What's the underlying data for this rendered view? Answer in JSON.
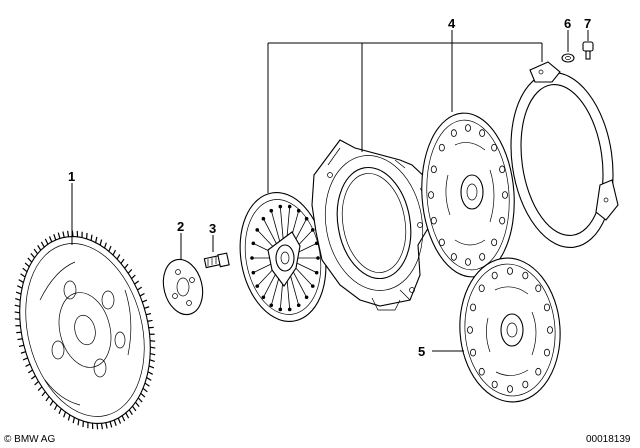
{
  "diagram": {
    "callouts": [
      {
        "id": "1",
        "label": "1"
      },
      {
        "id": "2",
        "label": "2"
      },
      {
        "id": "3",
        "label": "3"
      },
      {
        "id": "4",
        "label": "4"
      },
      {
        "id": "5",
        "label": "5"
      },
      {
        "id": "6",
        "label": "6"
      },
      {
        "id": "7",
        "label": "7"
      }
    ],
    "copyright": "© BMW AG",
    "drawing_number": "00018139"
  }
}
